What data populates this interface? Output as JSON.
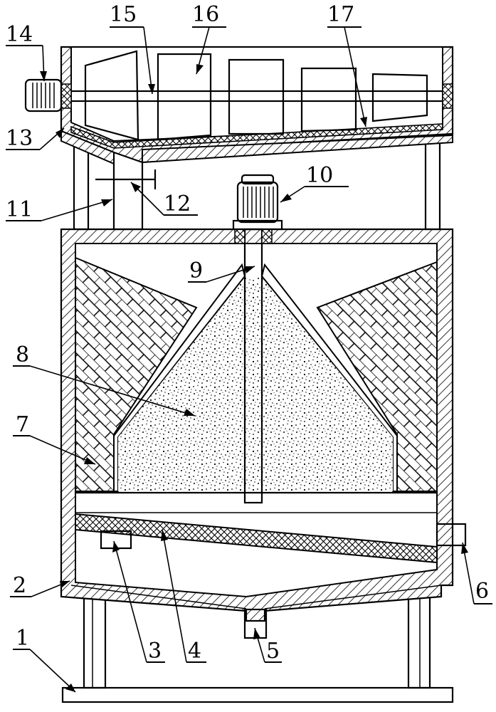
{
  "labels": [
    {
      "id": "1",
      "text": "1"
    },
    {
      "id": "2",
      "text": "2"
    },
    {
      "id": "3",
      "text": "3"
    },
    {
      "id": "4",
      "text": "4"
    },
    {
      "id": "5",
      "text": "5"
    },
    {
      "id": "6",
      "text": "6"
    },
    {
      "id": "7",
      "text": "7"
    },
    {
      "id": "8",
      "text": "8"
    },
    {
      "id": "9",
      "text": "9"
    },
    {
      "id": "10",
      "text": "10"
    },
    {
      "id": "11",
      "text": "11"
    },
    {
      "id": "12",
      "text": "12"
    },
    {
      "id": "13",
      "text": "13"
    },
    {
      "id": "14",
      "text": "14"
    },
    {
      "id": "15",
      "text": "15"
    },
    {
      "id": "16",
      "text": "16"
    },
    {
      "id": "17",
      "text": "17"
    }
  ],
  "colors": {
    "ink": "#000000",
    "paper": "#ffffff"
  }
}
